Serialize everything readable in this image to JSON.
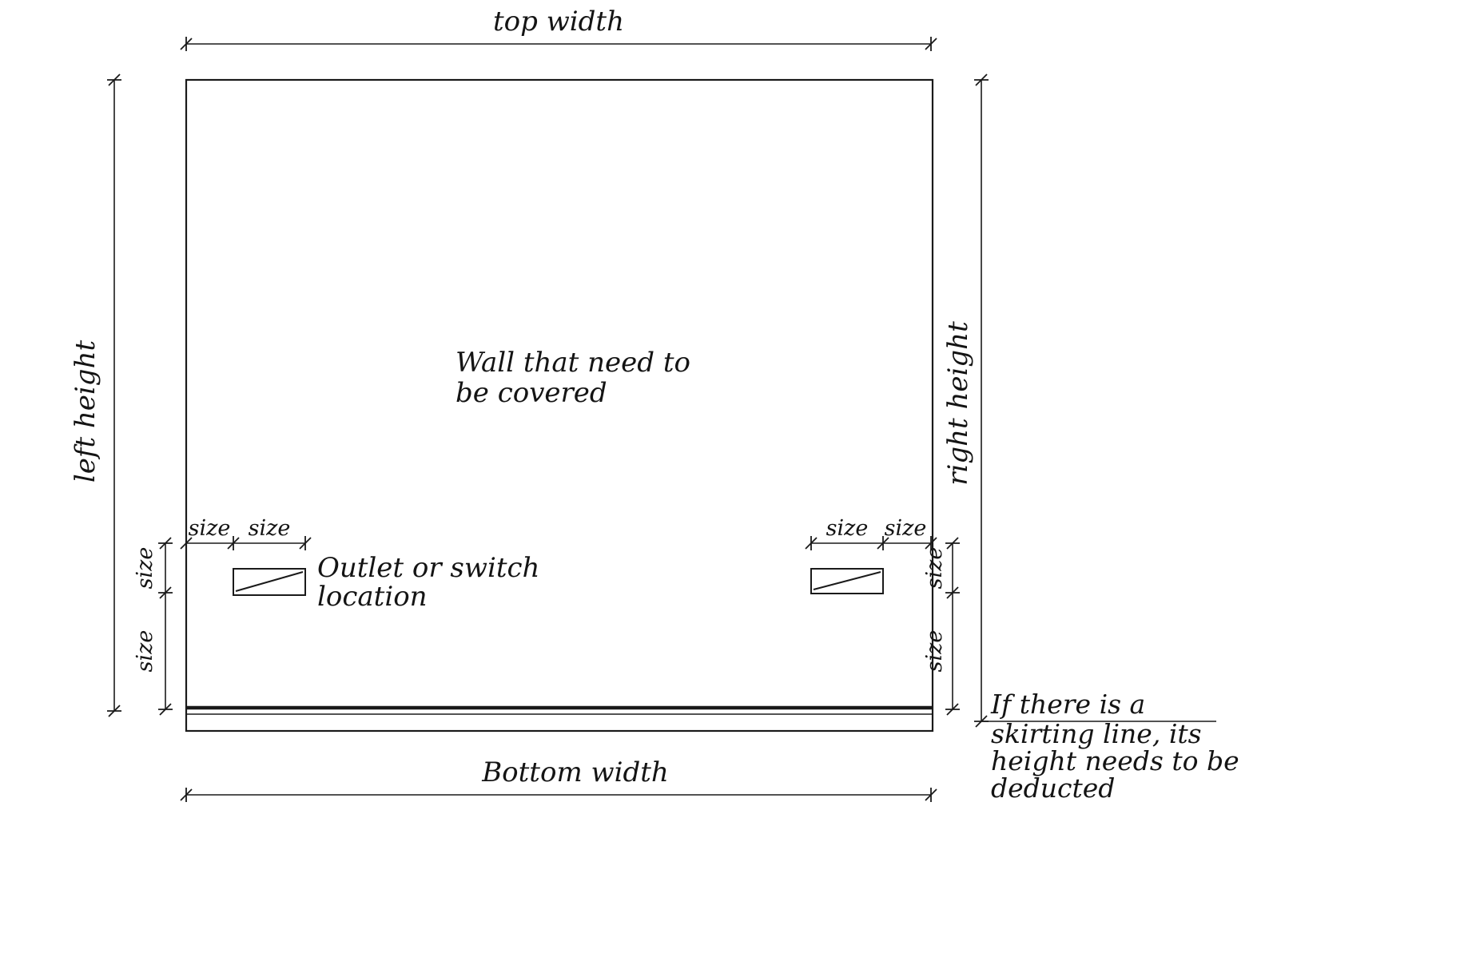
{
  "diagram": {
    "title": "Wall measurement diagram",
    "ink_color": "#1a1a1a",
    "background_color": "#ffffff",
    "labels": {
      "top_width": "top width",
      "bottom_width": "Bottom width",
      "left_height": "left height",
      "right_height": "right height",
      "size": "size",
      "wall_line1": "Wall that need to",
      "wall_line2": "be covered",
      "outlet_line1": "Outlet or switch",
      "outlet_line2": "location",
      "note_line1": "If there is a",
      "note_line2": "skirting line, its",
      "note_line3": "height needs to be",
      "note_line4": "deducted"
    }
  }
}
